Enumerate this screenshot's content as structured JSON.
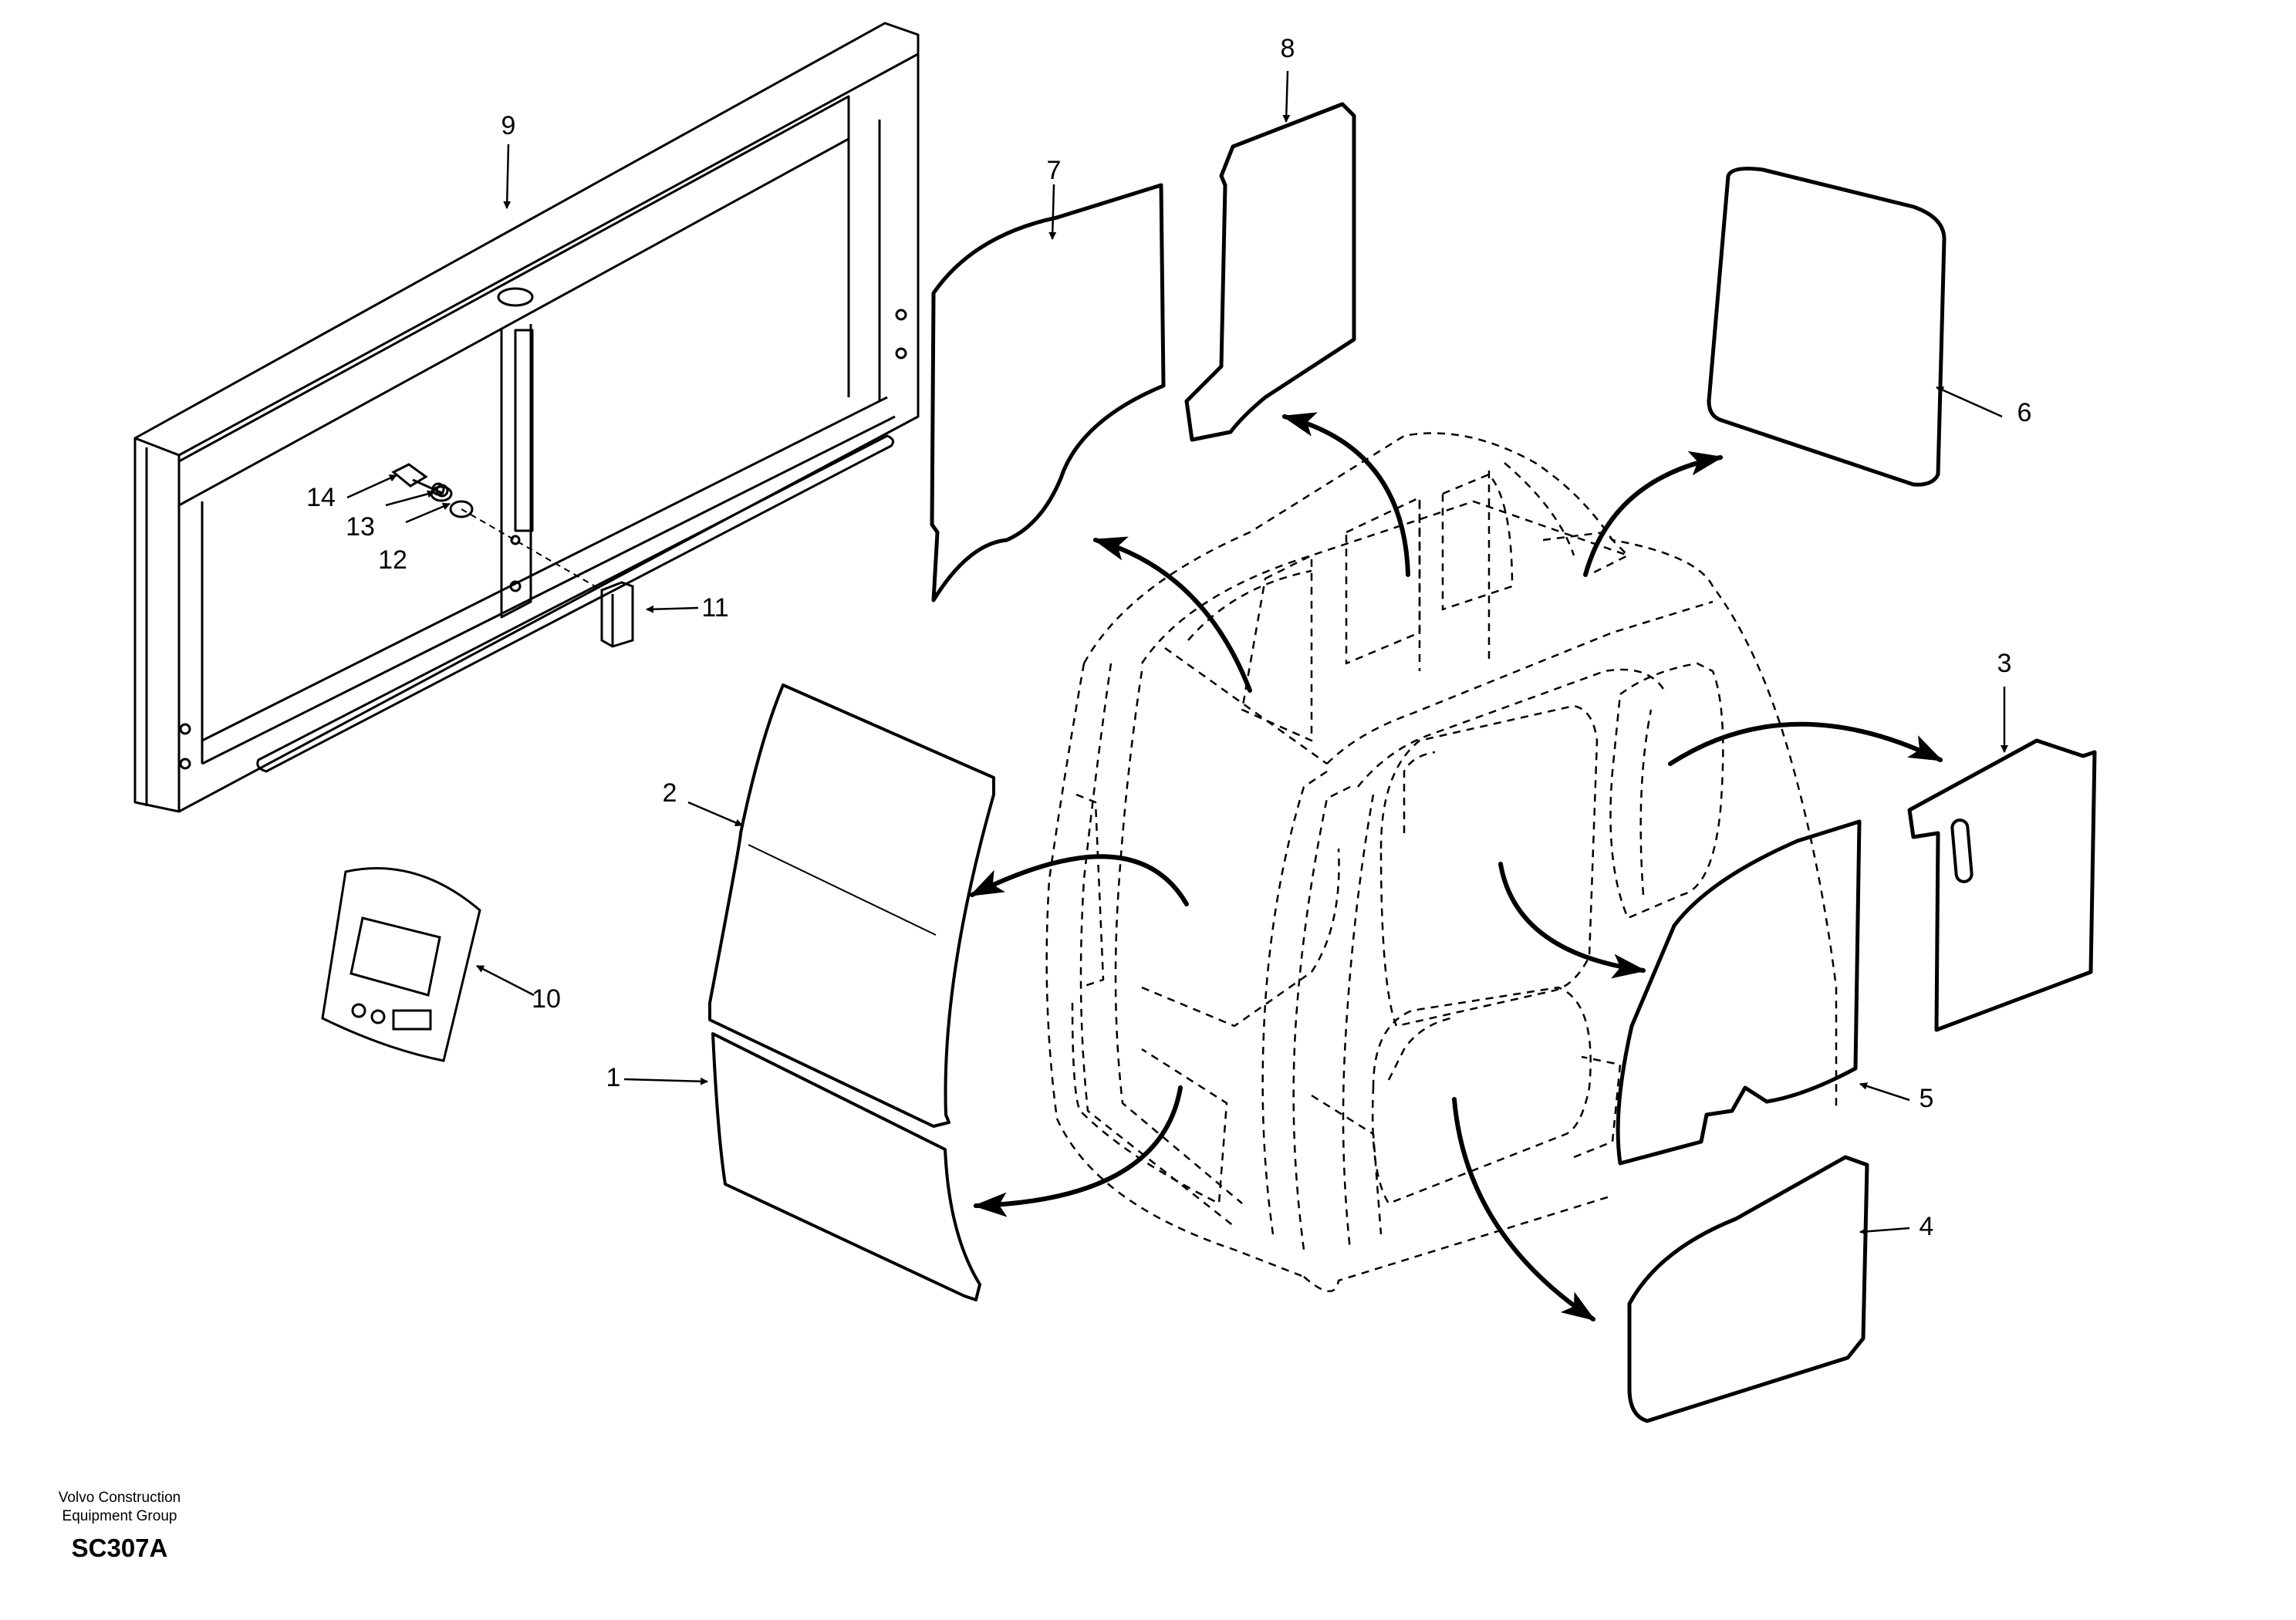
{
  "callouts": {
    "c1": "1",
    "c2": "2",
    "c3": "3",
    "c4": "4",
    "c5": "5",
    "c6": "6",
    "c7": "7",
    "c8": "8",
    "c9": "9",
    "c10": "10",
    "c11": "11",
    "c12": "12",
    "c13": "13",
    "c14": "14"
  },
  "footer": {
    "company_line1": "Volvo Construction",
    "company_line2": "Equipment Group",
    "drawing_code": "SC307A"
  }
}
